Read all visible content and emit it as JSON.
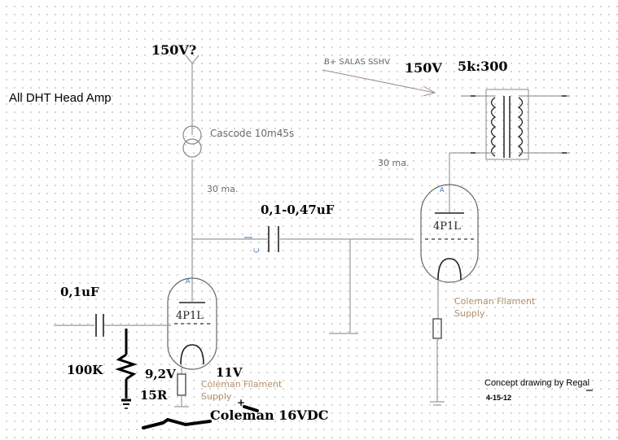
{
  "labels": {
    "title": "All DHT  Head Amp",
    "supply_voltage": "150V?",
    "b_plus": "B+  SALAS SSHV",
    "output_voltage": "150V",
    "transformer_ratio": "5k:300",
    "cascode": "Cascode 10m45s",
    "current_stage1": "30 ma.",
    "current_stage2": "30 ma.",
    "coupling_cap": "0,1-0,47uF",
    "cap_small_label": "C",
    "tube1": "4P1L",
    "tube2": "4P1L",
    "input_cap": "0,1uF",
    "grid_resistor": "100K",
    "bias_voltage": "9,2V",
    "filament_voltage": "11V",
    "cathode_resistor": "15R",
    "filament_supply_1_line1": "Coleman Filament",
    "filament_supply_1_line2": "Supply",
    "filament_supply_2_line1": "Coleman Filament",
    "filament_supply_2_line2": "Supply",
    "coleman_dc": "Coleman 16VDC",
    "plus_sign": "+",
    "credit": "Concept drawing by Regal",
    "date": "4-15-12"
  },
  "colors": {
    "wire": "#9a9a9a",
    "ink": "#222222",
    "annotation": "#6a6a6a",
    "filament_note": "#b0906a",
    "cap_mark": "#3a7abf"
  }
}
